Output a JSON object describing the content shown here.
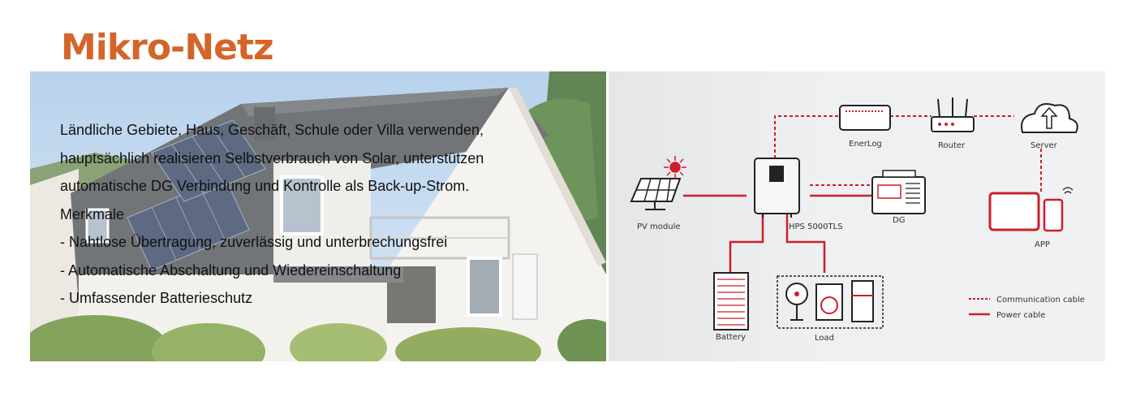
{
  "title": "Mikro-Netz",
  "description": {
    "lines": [
      "Ländliche Gebiete, Haus, Geschäft, Schule oder Villa verwenden,",
      "hauptsächlich realisieren Selbstverbrauch von Solar, unterstützen",
      "automatische DG Verbindung und Kontrolle als Back-up-Strom.",
      "Merkmale",
      "- Nahtlose Übertragung, zuverlässig und unterbrechungsfrei",
      "- Automatische Abschaltung und Wiedereinschaltung",
      "- Umfassender Batterieschutz"
    ]
  },
  "diagram": {
    "labels": {
      "pv": "PV module",
      "inverter": "HPS 5000TLS",
      "enerlog": "EnerLog",
      "router": "Router",
      "server": "Server",
      "dg": "DG",
      "app": "APP",
      "battery": "Battery",
      "load": "Load"
    },
    "legend": {
      "communication": "Communication cable",
      "power": "Power cable"
    },
    "colors": {
      "cable": "#cc1f2b",
      "title": "#d4652a"
    }
  }
}
